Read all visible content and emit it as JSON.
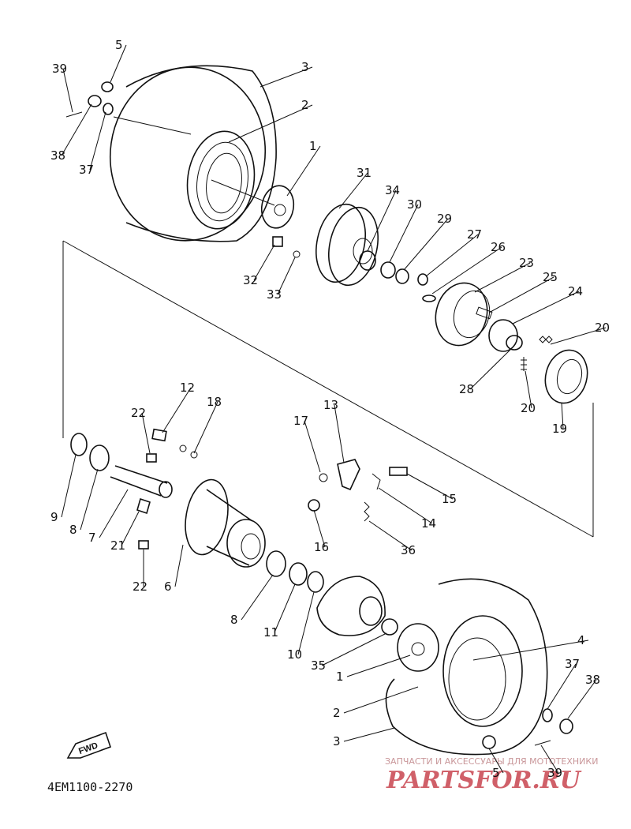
{
  "parts": [
    {
      "id": "p39a",
      "num": "39"
    },
    {
      "id": "p5a",
      "num": "5"
    },
    {
      "id": "p3a",
      "num": "3"
    },
    {
      "id": "p2a",
      "num": "2"
    },
    {
      "id": "p1a",
      "num": "1"
    },
    {
      "id": "p38a",
      "num": "38"
    },
    {
      "id": "p37a",
      "num": "37"
    },
    {
      "id": "p31",
      "num": "31"
    },
    {
      "id": "p34",
      "num": "34"
    },
    {
      "id": "p30",
      "num": "30"
    },
    {
      "id": "p29",
      "num": "29"
    },
    {
      "id": "p27",
      "num": "27"
    },
    {
      "id": "p26",
      "num": "26"
    },
    {
      "id": "p23",
      "num": "23"
    },
    {
      "id": "p25",
      "num": "25"
    },
    {
      "id": "p24",
      "num": "24"
    },
    {
      "id": "p32",
      "num": "32"
    },
    {
      "id": "p33",
      "num": "33"
    },
    {
      "id": "p20a",
      "num": "20"
    },
    {
      "id": "p20b",
      "num": "20"
    },
    {
      "id": "p28",
      "num": "28"
    },
    {
      "id": "p19",
      "num": "19"
    },
    {
      "id": "p12",
      "num": "12"
    },
    {
      "id": "p18",
      "num": "18"
    },
    {
      "id": "p22a",
      "num": "22"
    },
    {
      "id": "p17",
      "num": "17"
    },
    {
      "id": "p13",
      "num": "13"
    },
    {
      "id": "p15",
      "num": "15"
    },
    {
      "id": "p14",
      "num": "14"
    },
    {
      "id": "p9",
      "num": "9"
    },
    {
      "id": "p8a",
      "num": "8"
    },
    {
      "id": "p7",
      "num": "7"
    },
    {
      "id": "p21",
      "num": "21"
    },
    {
      "id": "p22b",
      "num": "22"
    },
    {
      "id": "p6",
      "num": "6"
    },
    {
      "id": "p16",
      "num": "16"
    },
    {
      "id": "p36",
      "num": "36"
    },
    {
      "id": "p8b",
      "num": "8"
    },
    {
      "id": "p11",
      "num": "11"
    },
    {
      "id": "p10",
      "num": "10"
    },
    {
      "id": "p35",
      "num": "35"
    },
    {
      "id": "p4",
      "num": "4"
    },
    {
      "id": "p1b",
      "num": "1"
    },
    {
      "id": "p37b",
      "num": "37"
    },
    {
      "id": "p38b",
      "num": "38"
    },
    {
      "id": "p2b",
      "num": "2"
    },
    {
      "id": "p3b",
      "num": "3"
    },
    {
      "id": "p5b",
      "num": "5"
    },
    {
      "id": "p39b",
      "num": "39"
    }
  ],
  "diagram_code": "4EM1100-2270",
  "fwd_label": "FWD",
  "watermark": {
    "tagline": "ЗАПЧАСТИ И АКСЕССУАРЫ ДЛЯ МОТОТЕХНИКИ",
    "brand": "PARTSFOR.RU"
  }
}
